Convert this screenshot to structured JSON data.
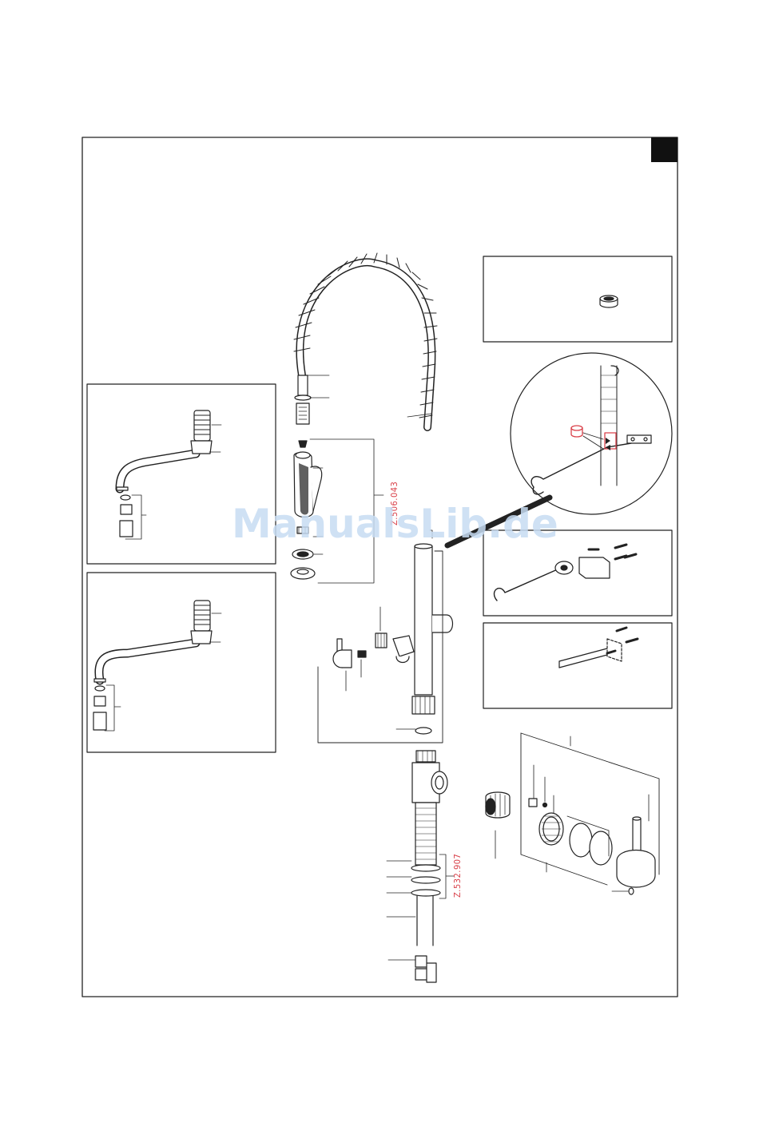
{
  "watermark": "ManualsLib.de",
  "part_codes": {
    "handshower_set": "Z.506.043",
    "mounting_set": "Z.532.907"
  },
  "colors": {
    "line": "#222222",
    "accent": "#d9414a",
    "watermark": "#c7dcf3",
    "corner_block": "#111111"
  },
  "icons": [
    "spring-hose-icon",
    "hand-shower-icon",
    "spout-icon",
    "cartridge-icon",
    "lever-handle-icon",
    "wall-bracket-icon",
    "hook-icon",
    "aerator-icon"
  ]
}
